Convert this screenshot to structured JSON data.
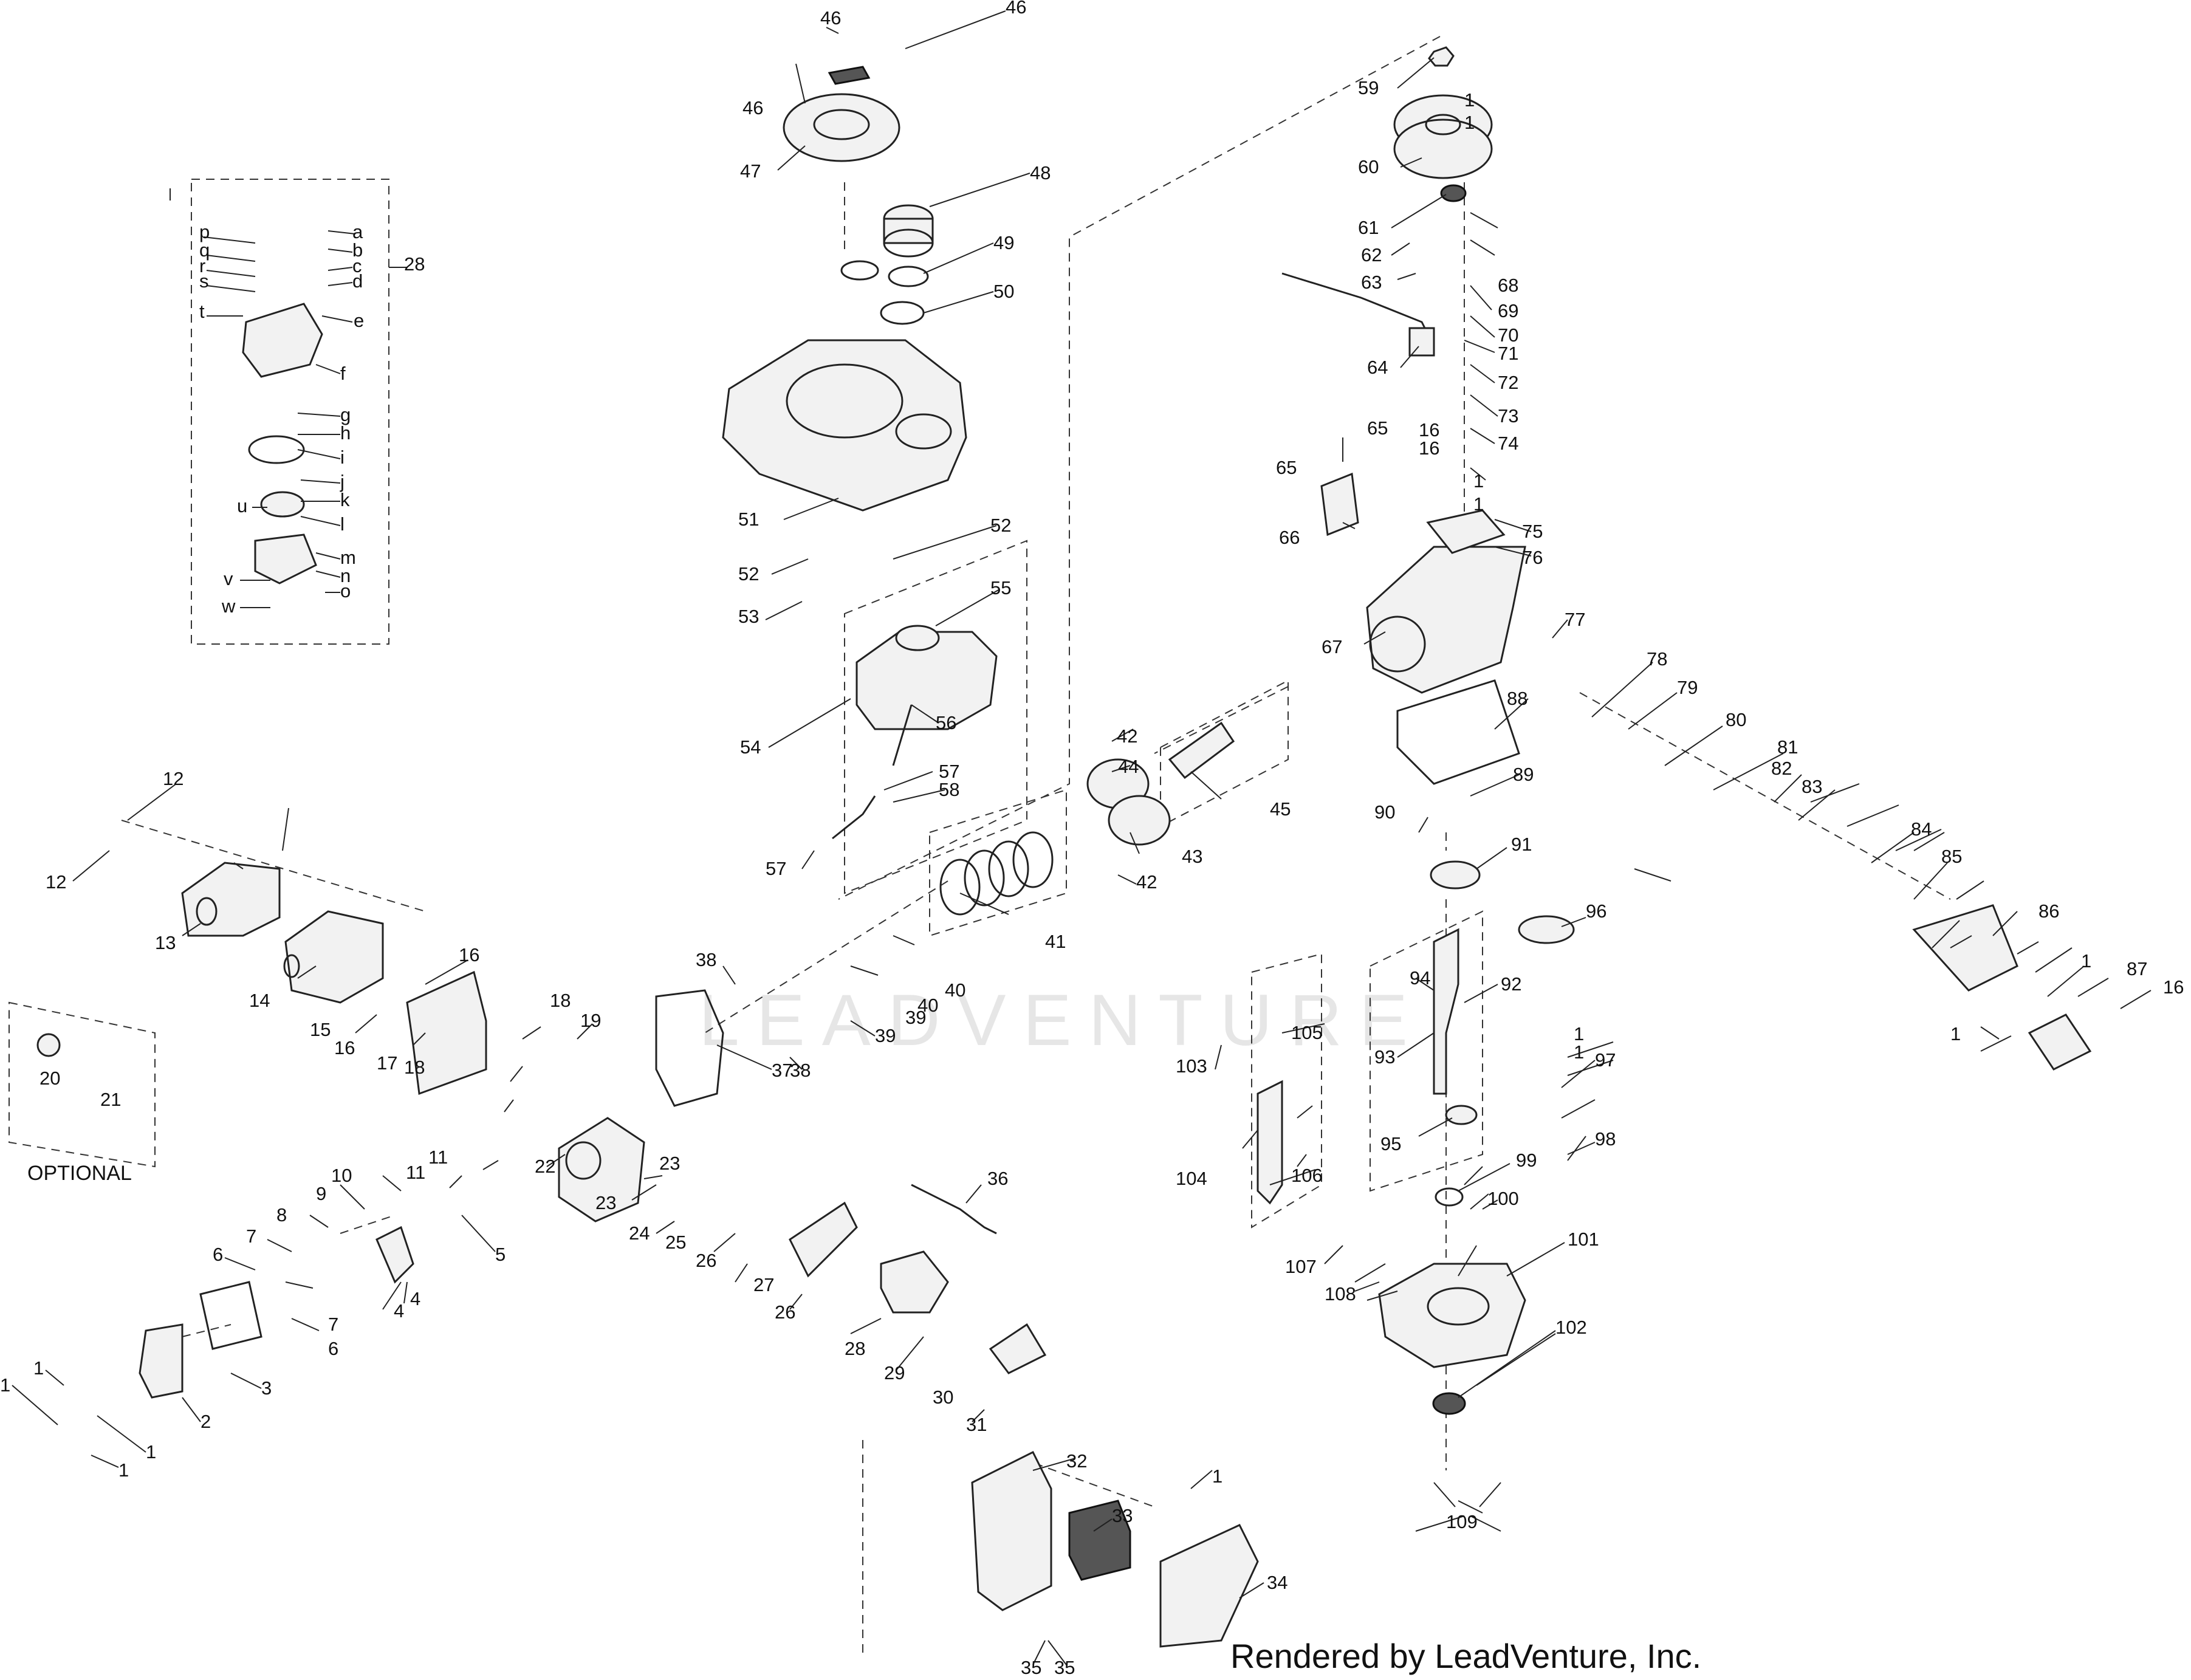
{
  "diagram": {
    "credit": "Rendered by LeadVenture, Inc.",
    "watermark": "LEADVENTURE",
    "optional_label": "OPTIONAL",
    "callouts": [
      "46",
      "46",
      "46",
      "47",
      "48",
      "49",
      "50",
      "51",
      "52",
      "52",
      "53",
      "54",
      "55",
      "56",
      "57",
      "57",
      "58",
      "59",
      "60",
      "61",
      "62",
      "63",
      "64",
      "65",
      "65",
      "66",
      "67",
      "68",
      "69",
      "70",
      "71",
      "72",
      "73",
      "74",
      "75",
      "76",
      "77",
      "78",
      "79",
      "80",
      "81",
      "82",
      "83",
      "84",
      "85",
      "86",
      "87",
      "88",
      "89",
      "90",
      "91",
      "92",
      "93",
      "94",
      "95",
      "96",
      "97",
      "98",
      "99",
      "100",
      "101",
      "102",
      "103",
      "104",
      "105",
      "106",
      "107",
      "108",
      "109",
      "1",
      "1",
      "1",
      "1",
      "1",
      "1",
      "1",
      "1",
      "1",
      "1",
      "1",
      "1",
      "1",
      "2",
      "3",
      "4",
      "4",
      "5",
      "6",
      "6",
      "7",
      "7",
      "8",
      "9",
      "10",
      "11",
      "11",
      "12",
      "12",
      "13",
      "14",
      "15",
      "16",
      "16",
      "16",
      "16",
      "16",
      "17",
      "18",
      "18",
      "19",
      "20",
      "21",
      "22",
      "23",
      "23",
      "24",
      "25",
      "26",
      "26",
      "27",
      "28",
      "28",
      "29",
      "30",
      "31",
      "32",
      "33",
      "34",
      "35",
      "35",
      "36",
      "37",
      "38",
      "38",
      "39",
      "39",
      "40",
      "40",
      "41",
      "42",
      "42",
      "43",
      "44",
      "45",
      "a",
      "b",
      "c",
      "d",
      "e",
      "f",
      "g",
      "h",
      "i",
      "j",
      "k",
      "l",
      "m",
      "n",
      "o",
      "p",
      "q",
      "r",
      "s",
      "t",
      "u",
      "v",
      "w"
    ]
  }
}
